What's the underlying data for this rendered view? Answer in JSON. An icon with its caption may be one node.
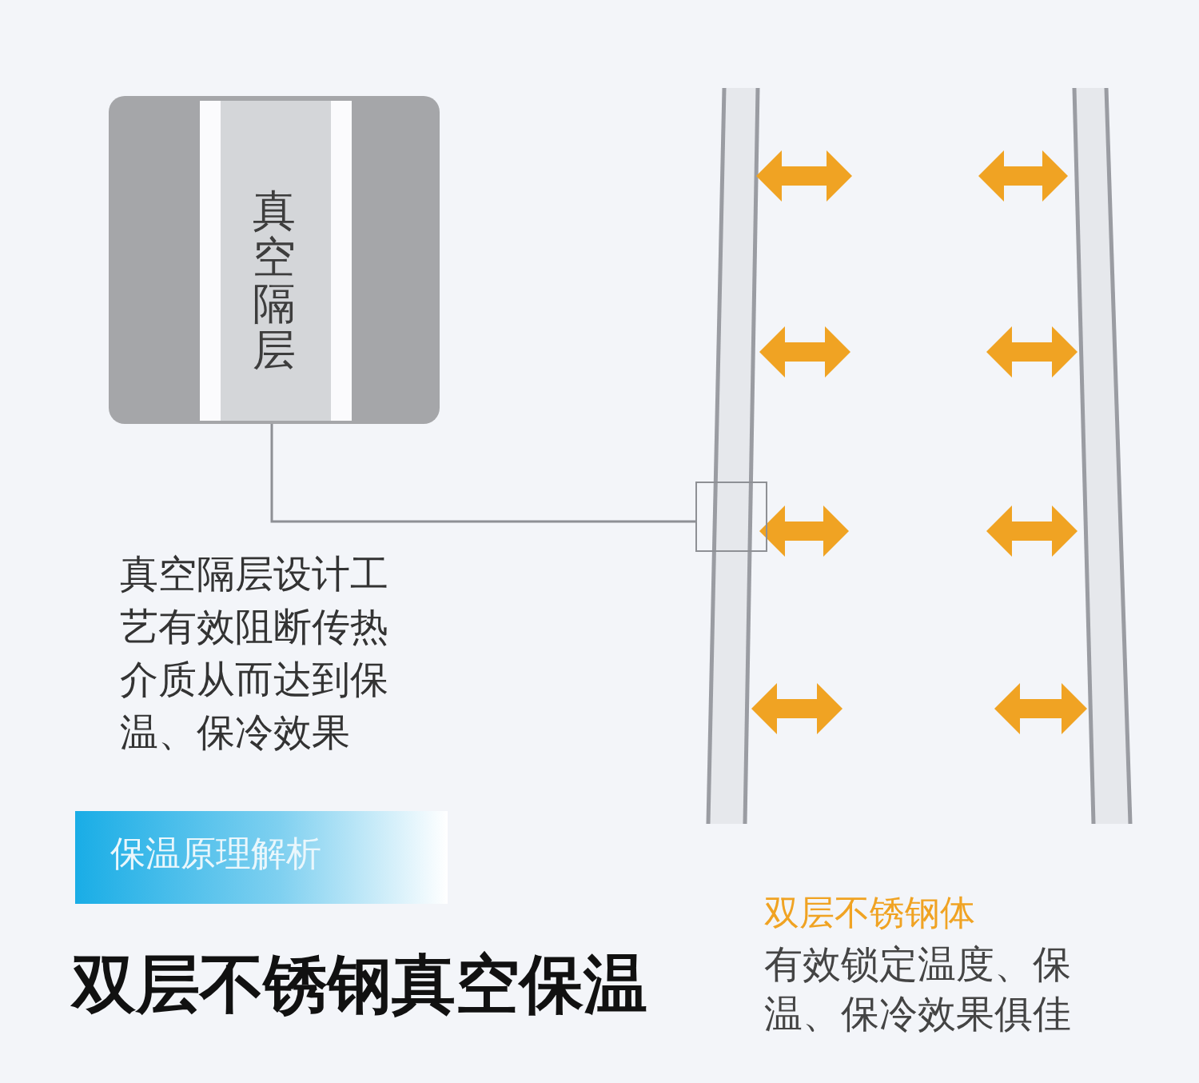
{
  "diagram": {
    "title": "双层不锈钢真空保温",
    "nodes": [
      {
        "text": [
          "真空隔层"
        ]
      },
      {
        "text": [],
        "shape": "box"
      },
      {
        "text": [
          "保温原理解析"
        ]
      }
    ],
    "edges": [
      {
        "from": 0,
        "to": 1,
        "arrow": "none"
      }
    ],
    "labels": [
      "真空隔层设计工艺有效阻断传热介质从而达到保温、保冷效果",
      "双层不锈钢体",
      "有效锁定温度、保温、保冷效果俱佳"
    ]
  }
}
